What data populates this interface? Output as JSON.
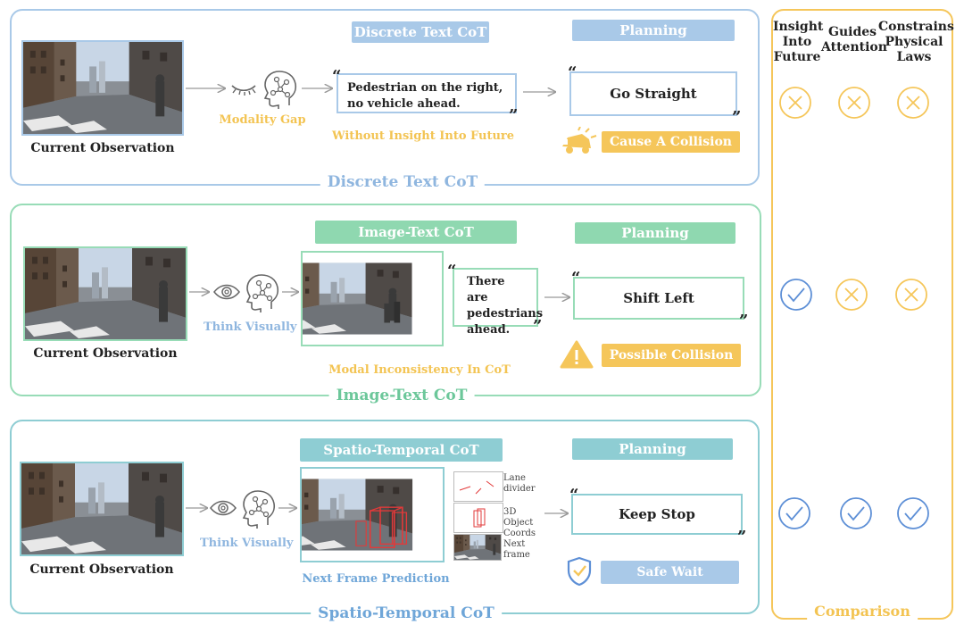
{
  "colors": {
    "blue": "#a9c9e8",
    "blue_dark": "#8fb6df",
    "green": "#8fd8b0",
    "green_border": "#98dcb7",
    "teal": "#8ecdd3",
    "yellow": "#f5c65a",
    "yellow_text": "#f3c453",
    "blue_text": "#6fa6d8",
    "green_text": "#6cc79a"
  },
  "discrete": {
    "panel_title": "Discrete Text CoT",
    "header": "Discrete Text CoT",
    "planning": "Planning",
    "observation": "Current Observation",
    "gap": "Modality Gap",
    "cot_text": "Pedestrian on the right, no vehicle ahead.",
    "without": "Without Insight Into Future",
    "action": "Go Straight",
    "result": "Cause A Collision"
  },
  "imagetext": {
    "panel_title": "Image-Text CoT",
    "header": "Image-Text CoT",
    "planning": "Planning",
    "observation": "Current Observation",
    "think": "Think Visually",
    "cot_text": "There are pedestrians ahead.",
    "inconsistency": "Modal Inconsistency In CoT",
    "action": "Shift Left",
    "result": "Possible Collision"
  },
  "spatio": {
    "panel_title": "Spatio-Temporal CoT",
    "header": "Spatio-Temporal CoT",
    "planning": "Planning",
    "observation": "Current Observation",
    "think": "Think Visually",
    "prediction": "Next Frame Prediction",
    "lane": "Lane divider",
    "coords": "3D Object Coords",
    "next": "Next frame",
    "action": "Keep Stop",
    "result": "Safe Wait"
  },
  "comparison": {
    "title": "Comparison",
    "col1": "Insight Into Future",
    "col2": "Guides Attention",
    "col3": "Constrains Physical Laws"
  },
  "quote_open": "“",
  "quote_close": "”"
}
